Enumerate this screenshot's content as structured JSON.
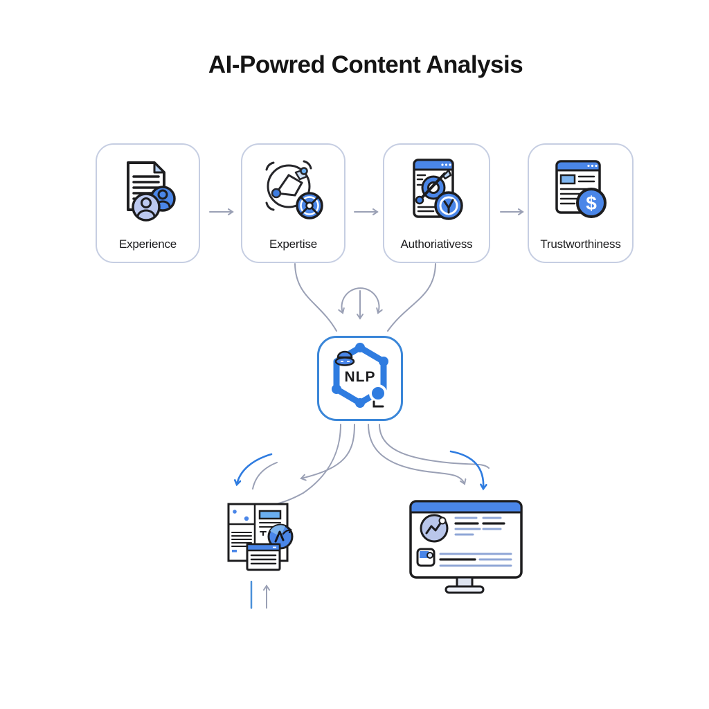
{
  "title": "AI-Powred Content Analysis",
  "stages": [
    {
      "label": "Experience",
      "icon": "document-users-icon"
    },
    {
      "label": "Expertise",
      "icon": "network-gear-icon"
    },
    {
      "label": "Authoriativess",
      "icon": "webpage-target-badge-icon"
    },
    {
      "label": "Trustworthiness",
      "icon": "webpage-dollar-badge-icon"
    }
  ],
  "processor": {
    "label": "NLP",
    "icon": "hexagon-network-icon"
  },
  "glyphs": {
    "dollar": "$"
  },
  "colors": {
    "accent_blue": "#4a86e8",
    "deep_blue": "#2f7ce0",
    "light_blue": "#7db4ef",
    "pale_blue": "#b9c9f0",
    "outline_dark": "#1d1d1f",
    "connector_gray": "#9aa0b5",
    "box_border": "#c6cee2",
    "title_color": "#141414"
  }
}
